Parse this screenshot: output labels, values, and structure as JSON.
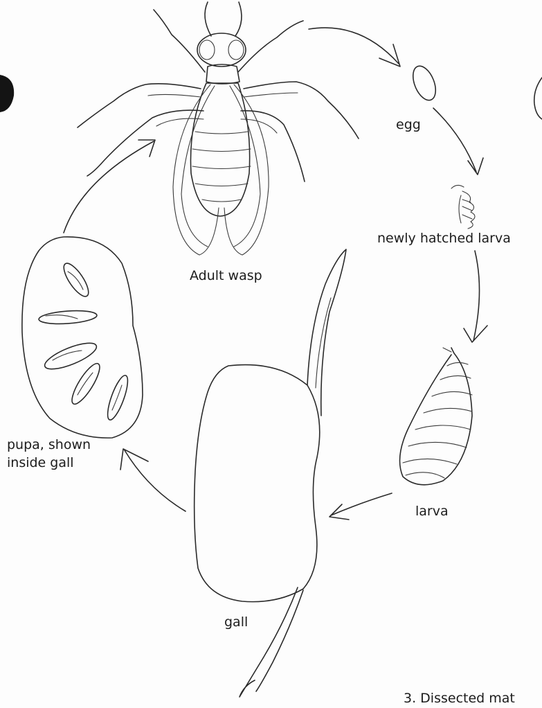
{
  "labels": {
    "egg": "egg",
    "newly_hatched_larva": "newly hatched larva",
    "adult_wasp": "Adult wasp",
    "larva": "larva",
    "gall": "gall",
    "pupa_line1": "pupa, shown",
    "pupa_line2": "inside gall",
    "footer": "3.  Dissected mat"
  },
  "colors": {
    "ink": "#2a2a2a",
    "background": "#fdfdfd"
  }
}
